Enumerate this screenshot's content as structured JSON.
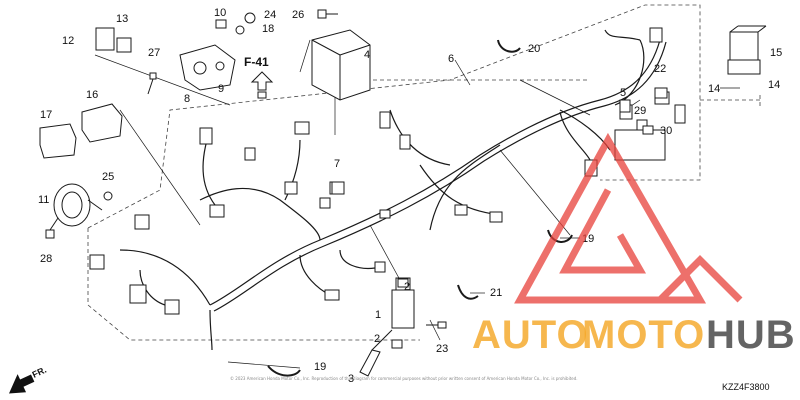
{
  "diagram": {
    "callouts": [
      {
        "id": "c1",
        "text": "1"
      },
      {
        "id": "c2a",
        "text": "2"
      },
      {
        "id": "c2b",
        "text": "2"
      },
      {
        "id": "c3",
        "text": "3"
      },
      {
        "id": "c4",
        "text": "4"
      },
      {
        "id": "c5",
        "text": "5"
      },
      {
        "id": "c6",
        "text": "6"
      },
      {
        "id": "c7",
        "text": "7"
      },
      {
        "id": "c8",
        "text": "8"
      },
      {
        "id": "c9",
        "text": "9"
      },
      {
        "id": "c10",
        "text": "10"
      },
      {
        "id": "c11",
        "text": "11"
      },
      {
        "id": "c12",
        "text": "12"
      },
      {
        "id": "c13",
        "text": "13"
      },
      {
        "id": "c14a",
        "text": "14"
      },
      {
        "id": "c14b",
        "text": "14"
      },
      {
        "id": "c15",
        "text": "15"
      },
      {
        "id": "c16",
        "text": "16"
      },
      {
        "id": "c17",
        "text": "17"
      },
      {
        "id": "c18",
        "text": "18"
      },
      {
        "id": "c19a",
        "text": "19"
      },
      {
        "id": "c19b",
        "text": "19"
      },
      {
        "id": "c20",
        "text": "20"
      },
      {
        "id": "c21",
        "text": "21"
      },
      {
        "id": "c22",
        "text": "22"
      },
      {
        "id": "c23",
        "text": "23"
      },
      {
        "id": "c24",
        "text": "24"
      },
      {
        "id": "c25",
        "text": "25"
      },
      {
        "id": "c26",
        "text": "26"
      },
      {
        "id": "c27",
        "text": "27"
      },
      {
        "id": "c28",
        "text": "28"
      },
      {
        "id": "c29",
        "text": "29"
      },
      {
        "id": "c30",
        "text": "30"
      }
    ],
    "ref_label": "F-41",
    "direction_label": "FR.",
    "diagram_code": "KZZ4F3800",
    "copyright": "© 2023 American Honda Motor Co., Inc. Reproduction of this diagram for commercial purposes without prior written consent of American Honda Motor Co., Inc. is prohibited."
  },
  "watermark": {
    "part1": "AUTO",
    "part2": "MOTO",
    "part3": "HUB",
    "color_orange": "#f5a623",
    "color_red": "#e8413a",
    "color_gray": "#4a4a4a"
  },
  "colors": {
    "line": "#1a1a1a",
    "dashed": "#444444"
  }
}
